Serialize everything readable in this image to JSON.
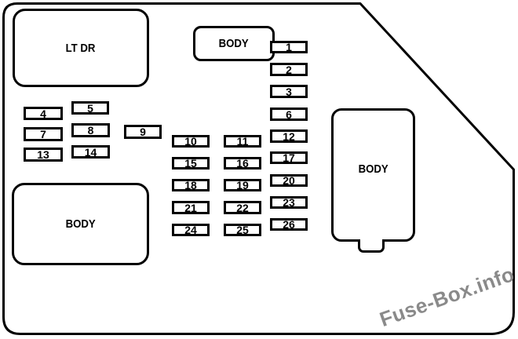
{
  "diagram": {
    "kind": "fuse-box-diagram"
  },
  "connectors": {
    "lt_dr": {
      "label": "LT DR"
    },
    "body_top": {
      "label": "BODY"
    },
    "body_left": {
      "label": "BODY"
    },
    "body_right": {
      "label": "BODY"
    }
  },
  "fuses": [
    {
      "label": "1"
    },
    {
      "label": "2"
    },
    {
      "label": "3"
    },
    {
      "label": "4"
    },
    {
      "label": "5"
    },
    {
      "label": "6"
    },
    {
      "label": "7"
    },
    {
      "label": "8"
    },
    {
      "label": "9"
    },
    {
      "label": "10"
    },
    {
      "label": "11"
    },
    {
      "label": "12"
    },
    {
      "label": "13"
    },
    {
      "label": "14"
    },
    {
      "label": "15"
    },
    {
      "label": "16"
    },
    {
      "label": "17"
    },
    {
      "label": "18"
    },
    {
      "label": "19"
    },
    {
      "label": "20"
    },
    {
      "label": "21"
    },
    {
      "label": "22"
    },
    {
      "label": "23"
    },
    {
      "label": "24"
    },
    {
      "label": "25"
    },
    {
      "label": "26"
    }
  ],
  "watermark": {
    "text": "Fuse-Box.info"
  },
  "colors": {
    "line": "#000000",
    "bg": "#ffffff",
    "watermark": "#8a8a8a"
  }
}
